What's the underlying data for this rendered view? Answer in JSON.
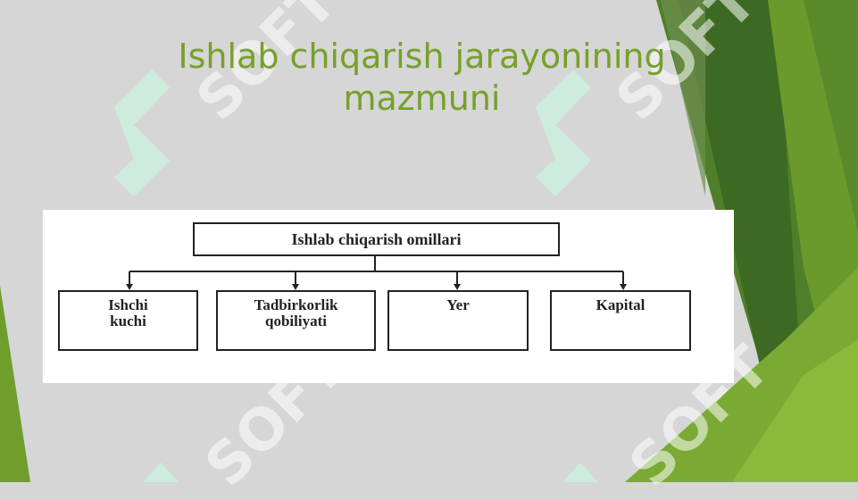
{
  "slide": {
    "title_line1": "Ishlab chiqarish jarayonining",
    "title_line2": "mazmuni"
  },
  "diagram": {
    "root": "Ishlab chiqarish omillari",
    "children": [
      {
        "line1": "Ishchi",
        "line2": "kuchi"
      },
      {
        "line1": "Tadbirkorlik",
        "line2": "qobiliyati"
      },
      {
        "line1": "Yer",
        "line2": ""
      },
      {
        "line1": "Kapital",
        "line2": ""
      }
    ]
  },
  "watermark": {
    "text": "SOFT"
  },
  "colors": {
    "title": "#77a02a",
    "background": "#d6d6d6",
    "green_dark": "#3e6b24",
    "green_mid": "#5a8a2a",
    "green_light": "#7fb03a"
  }
}
